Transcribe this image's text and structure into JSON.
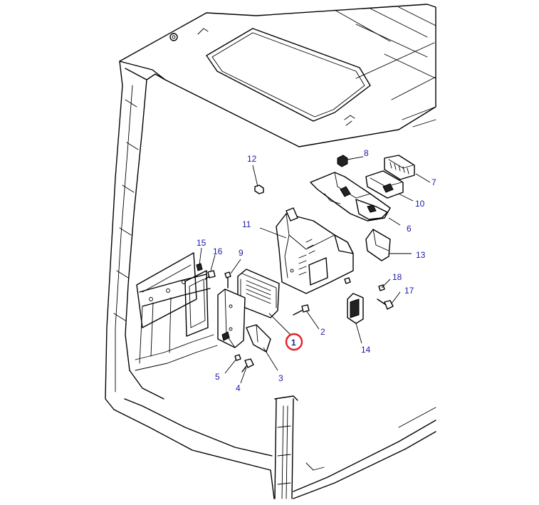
{
  "callouts": {
    "c1": "1",
    "c2": "2",
    "c3": "3",
    "c4": "4",
    "c5": "5",
    "c6": "6",
    "c7": "7",
    "c8": "8",
    "c9": "9",
    "c10": "10",
    "c11": "11",
    "c12": "12",
    "c13": "13",
    "c14": "14",
    "c15": "15",
    "c16": "16",
    "c17": "17",
    "c18": "18"
  },
  "colors": {
    "callout_text": "#1a1aa6",
    "highlight_ring": "#e0202a",
    "line": "#000000",
    "background": "#ffffff"
  }
}
